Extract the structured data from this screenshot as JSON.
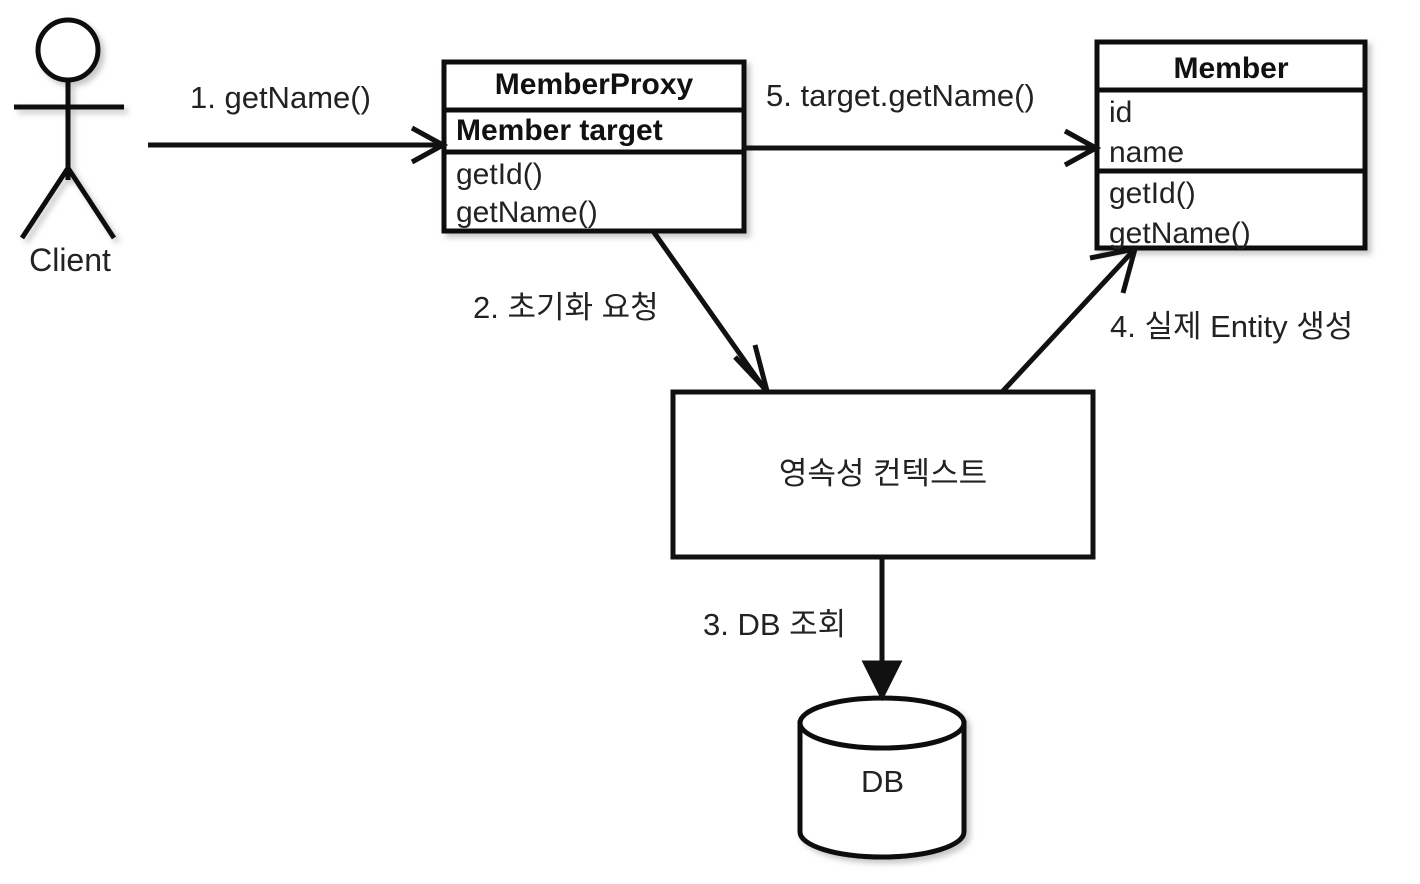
{
  "diagram": {
    "title": "JPA Proxy Lazy Loading Sequence Diagram",
    "background_color": "#ffffff",
    "stroke_color": "#111111",
    "text_color": "#222222"
  },
  "actor": {
    "name": "client-actor",
    "label": "Client"
  },
  "classes": [
    {
      "id": "member-proxy",
      "title": "MemberProxy",
      "attributes": [
        "Member target"
      ],
      "operations": [
        "getId()",
        "getName()"
      ]
    },
    {
      "id": "member",
      "title": "Member",
      "attributes": [
        "id",
        "name"
      ],
      "operations": [
        "getId()",
        "getName()"
      ]
    }
  ],
  "nodes": {
    "persistence_context": {
      "label": "영속성 컨텍스트"
    },
    "database": {
      "label": "DB"
    }
  },
  "steps": [
    {
      "number": "1",
      "label": "1. getName()",
      "from": "client-actor",
      "to": "member-proxy",
      "arrowhead": "open"
    },
    {
      "number": "2",
      "label": "2. 초기화 요청",
      "from": "member-proxy",
      "to": "persistence-context",
      "arrowhead": "open"
    },
    {
      "number": "3",
      "label": "3. DB 조회",
      "from": "persistence-context",
      "to": "database",
      "arrowhead": "filled"
    },
    {
      "number": "4",
      "label": "4. 실제 Entity 생성",
      "from": "persistence-context",
      "to": "member",
      "arrowhead": "open"
    },
    {
      "number": "5",
      "label": "5. target.getName()",
      "from": "member-proxy",
      "to": "member",
      "arrowhead": "open"
    }
  ]
}
